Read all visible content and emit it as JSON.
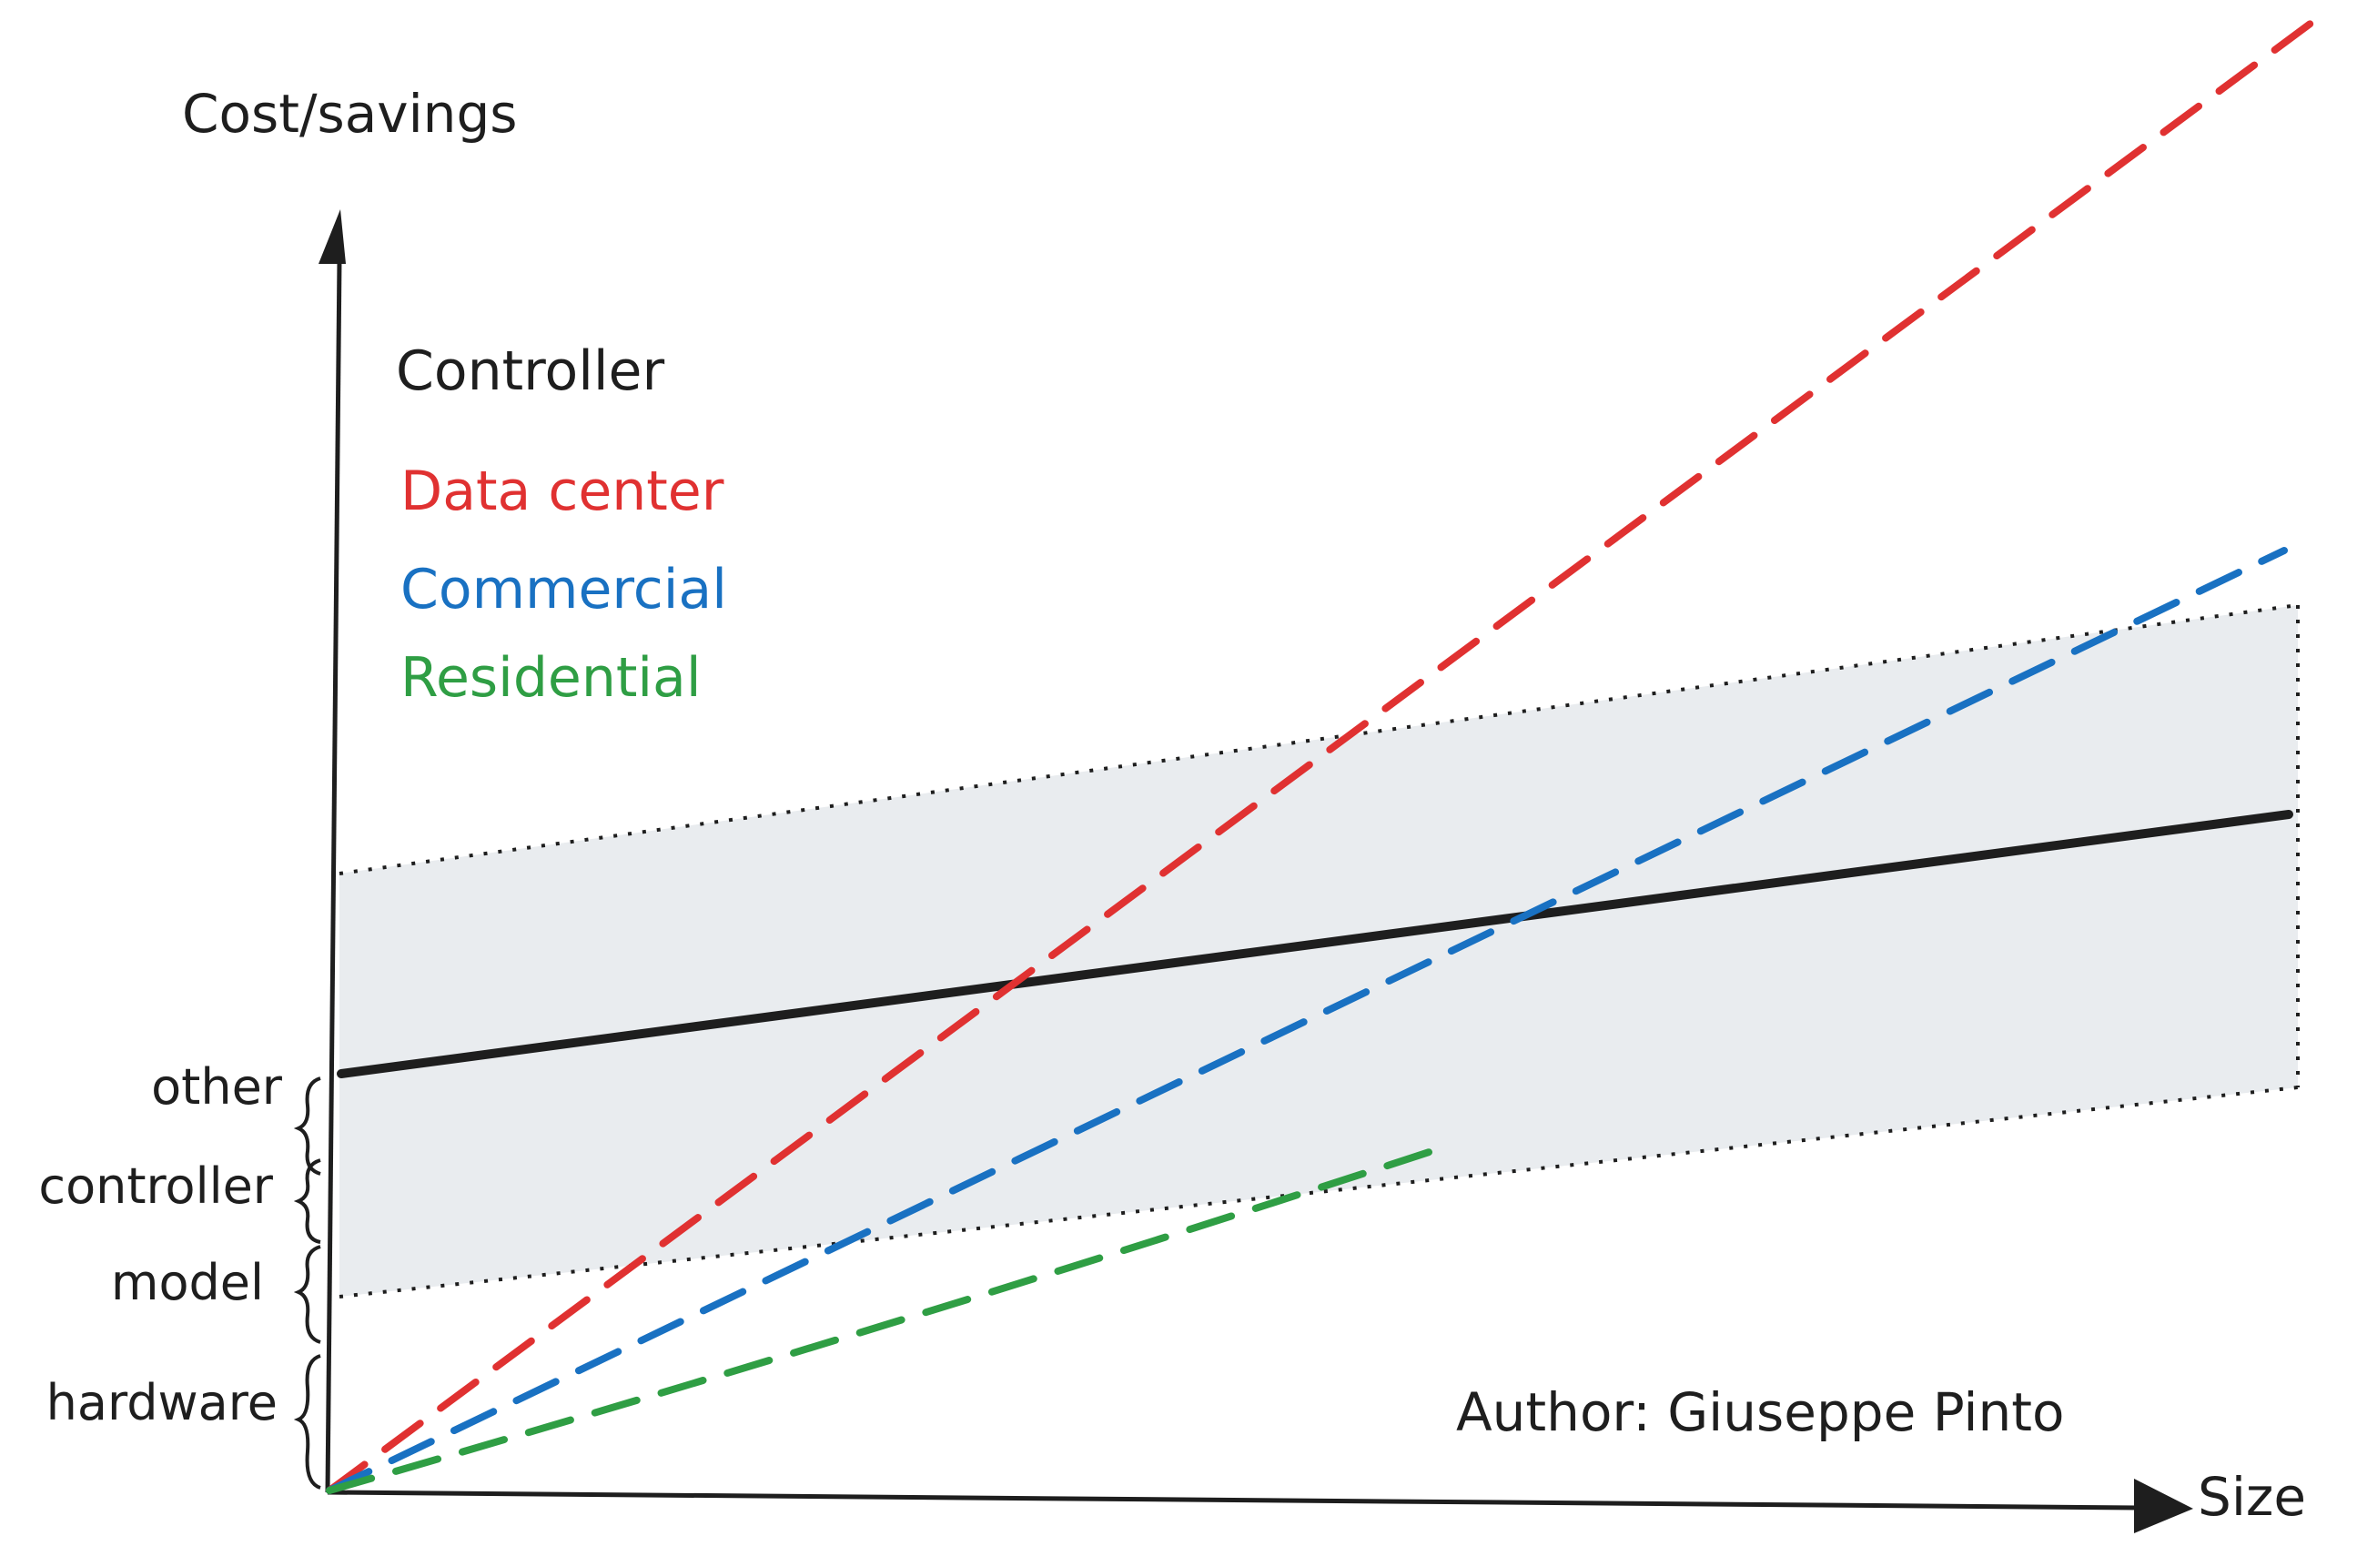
{
  "axes": {
    "y_label": "Cost/savings",
    "x_label": "Size"
  },
  "legend": [
    {
      "label": "Controller",
      "color": "#1e1e1e"
    },
    {
      "label": "Data center",
      "color": "#e03131"
    },
    {
      "label": "Commercial",
      "color": "#1971c2"
    },
    {
      "label": "Residential",
      "color": "#2f9e44"
    }
  ],
  "cost_components": [
    "other",
    "controller",
    "model",
    "hardware"
  ],
  "author": "Author: Giuseppe Pinto",
  "colors": {
    "band_fill": "#e9ecef",
    "controller": "#1e1e1e",
    "data_center": "#e03131",
    "commercial": "#1971c2",
    "residential": "#2f9e44"
  }
}
